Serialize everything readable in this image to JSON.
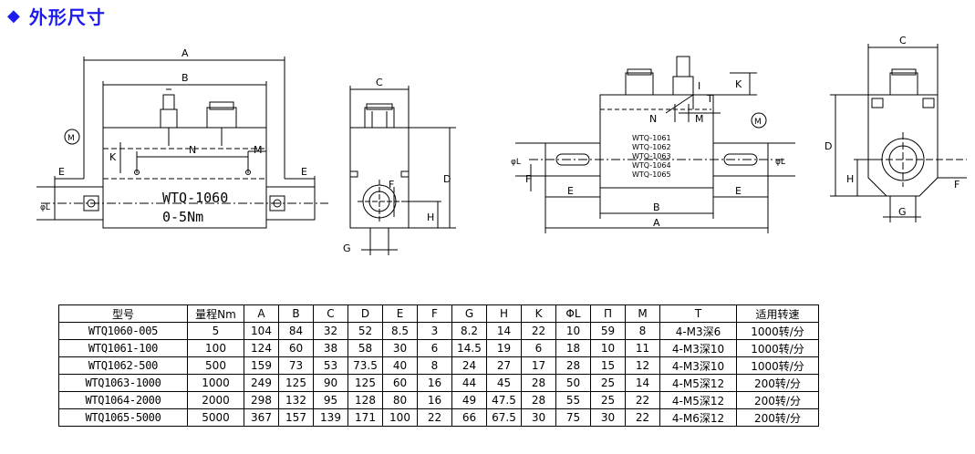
{
  "heading": {
    "bullet": "◆",
    "title": "外形尺寸"
  },
  "view1": {
    "labels": {
      "A": "A",
      "B": "B",
      "E_left": "E",
      "E_right": "E",
      "K": "K",
      "N": "N",
      "M": "M",
      "motor": "M",
      "phi": "φL"
    },
    "model_text": "WTQ-1060",
    "range_text": "0-5Nm"
  },
  "view2": {
    "labels": {
      "C": "C",
      "D": "D",
      "F": "F",
      "H": "H",
      "G": "G"
    }
  },
  "view3": {
    "labels": {
      "A": "A",
      "B": "B",
      "E_left": "E",
      "E_right": "E",
      "K": "K",
      "N": "N",
      "M": "M",
      "T": "T",
      "I": "I",
      "motor": "M",
      "F": "F",
      "phi_l": "φL",
      "phi_r": "φL"
    },
    "models": [
      "WTQ-1061",
      "WTQ-1062",
      "WTQ-1063",
      "WTQ-1064",
      "WTQ-1065"
    ]
  },
  "view4": {
    "labels": {
      "C": "C",
      "D": "D",
      "H": "H",
      "G": "G",
      "F": "F"
    }
  },
  "table": {
    "headers": [
      "型号",
      "量程Nm",
      "A",
      "B",
      "C",
      "D",
      "E",
      "F",
      "G",
      "H",
      "K",
      "ΦL",
      "Π",
      "M",
      "T",
      "适用转速"
    ],
    "rows": [
      [
        "WTQ1060-005",
        "5",
        "104",
        "84",
        "32",
        "52",
        "8.5",
        "3",
        "8.2",
        "14",
        "22",
        "10",
        "59",
        "8",
        "4-M3深6",
        "1000转/分"
      ],
      [
        "WTQ1061-100",
        "100",
        "124",
        "60",
        "38",
        "58",
        "30",
        "6",
        "14.5",
        "19",
        "6",
        "18",
        "10",
        "11",
        "4-M3深10",
        "1000转/分"
      ],
      [
        "WTQ1062-500",
        "500",
        "159",
        "73",
        "53",
        "73.5",
        "40",
        "8",
        "24",
        "27",
        "17",
        "28",
        "15",
        "12",
        "4-M3深10",
        "1000转/分"
      ],
      [
        "WTQ1063-1000",
        "1000",
        "249",
        "125",
        "90",
        "125",
        "60",
        "16",
        "44",
        "45",
        "28",
        "50",
        "25",
        "14",
        "4-M5深12",
        "200转/分"
      ],
      [
        "WTQ1064-2000",
        "2000",
        "298",
        "132",
        "95",
        "128",
        "80",
        "16",
        "49",
        "47.5",
        "28",
        "55",
        "25",
        "22",
        "4-M5深12",
        "200转/分"
      ],
      [
        "WTQ1065-5000",
        "5000",
        "367",
        "157",
        "139",
        "171",
        "100",
        "22",
        "66",
        "67.5",
        "30",
        "75",
        "30",
        "22",
        "4-M6深12",
        "200转/分"
      ]
    ]
  }
}
